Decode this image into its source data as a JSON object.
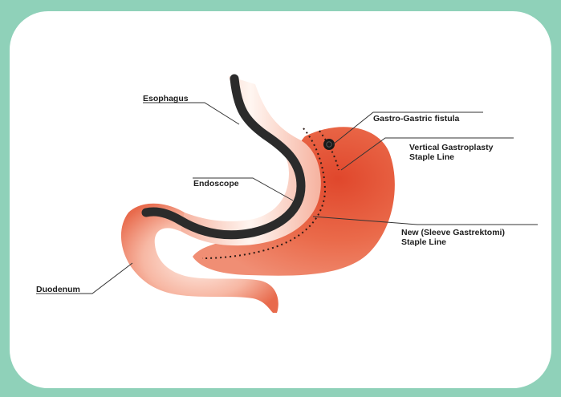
{
  "labels": {
    "esophagus": "Esophagus",
    "endoscope": "Endoscope",
    "duodenum": "Duodenum",
    "gastro_gastric_fistula": "Gastro-Gastric fistula",
    "vertical_gastroplasty_line1": "Vertical Gastroplasty",
    "vertical_gastroplasty_line2": "Staple Line",
    "sleeve_line1": "New (Sleeve Gastrektomi)",
    "sleeve_line2": "Staple Line"
  },
  "colors": {
    "frame": "#8fd1b9",
    "card": "#ffffff",
    "stomach_dark": "#d9492e",
    "stomach_mid": "#ef7a5c",
    "stomach_light": "#fde6dc",
    "endoscope": "#2b2b2b"
  }
}
